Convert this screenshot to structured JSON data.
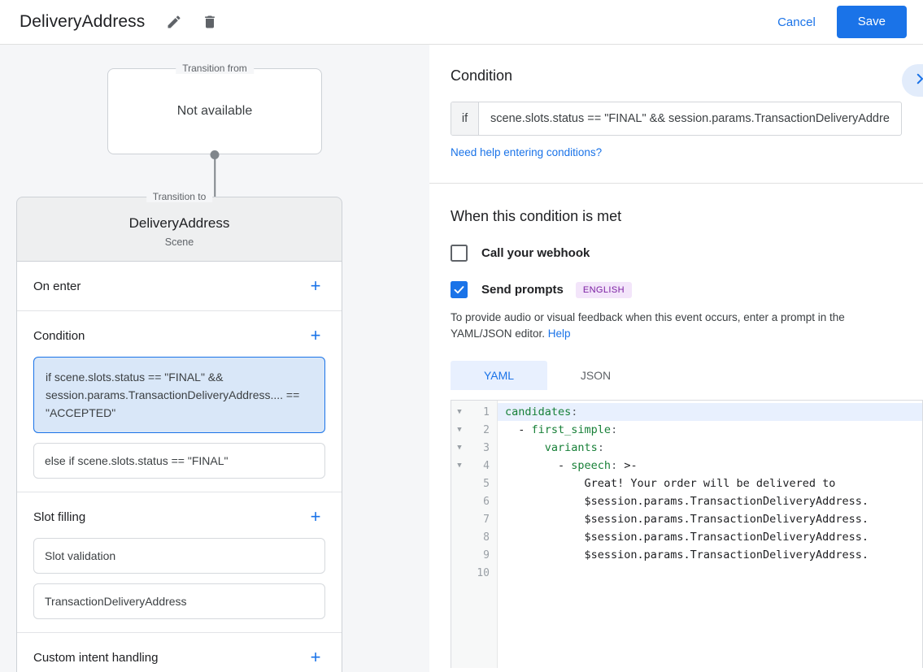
{
  "topbar": {
    "title": "DeliveryAddress",
    "edit_icon": "pencil-icon",
    "delete_icon": "trash-icon",
    "cancel_label": "Cancel",
    "save_label": "Save",
    "accent_color": "#1a73e8"
  },
  "left": {
    "transition_from": {
      "legend": "Transition from",
      "value": "Not available"
    },
    "transition_to": {
      "legend": "Transition to",
      "name": "DeliveryAddress",
      "type": "Scene"
    },
    "sections": [
      {
        "title": "On enter",
        "add_label": "+",
        "items": []
      },
      {
        "title": "Condition",
        "add_label": "+",
        "items": [
          {
            "text": "if scene.slots.status == \"FINAL\" && session.params.TransactionDeliveryAddress.... == \"ACCEPTED\"",
            "selected": true
          },
          {
            "text": "else if scene.slots.status == \"FINAL\"",
            "selected": false
          }
        ]
      },
      {
        "title": "Slot filling",
        "add_label": "+",
        "items": [
          {
            "text": "Slot validation",
            "selected": false
          },
          {
            "text": "TransactionDeliveryAddress",
            "selected": false
          }
        ]
      },
      {
        "title": "Custom intent handling",
        "add_label": "+",
        "items": []
      }
    ]
  },
  "right": {
    "condition": {
      "heading": "Condition",
      "collapse_icon": "chevron-right-icon",
      "if_label": "if",
      "if_value": "scene.slots.status == \"FINAL\" && session.params.TransactionDeliveryAddres",
      "help_link": "Need help entering conditions?"
    },
    "when_met": {
      "heading": "When this condition is met",
      "webhook": {
        "label": "Call your webhook",
        "checked": false
      },
      "prompts": {
        "label": "Send prompts",
        "checked": true,
        "badge": "ENGLISH",
        "badge_color": "#7b1fa2"
      },
      "helper_text": "To provide audio or visual feedback when this event occurs, enter a prompt in the YAML/JSON editor. ",
      "helper_link": "Help"
    },
    "editor": {
      "tabs": [
        {
          "label": "YAML",
          "active": true
        },
        {
          "label": "JSON",
          "active": false
        }
      ],
      "lines": [
        {
          "no": "1",
          "fold": true,
          "highlight": true,
          "text": "candidates:"
        },
        {
          "no": "2",
          "fold": true,
          "highlight": false,
          "text": "  - first_simple:"
        },
        {
          "no": "3",
          "fold": true,
          "highlight": false,
          "text": "      variants:"
        },
        {
          "no": "4",
          "fold": true,
          "highlight": false,
          "text": "        - speech: >-"
        },
        {
          "no": "5",
          "fold": false,
          "highlight": false,
          "text": "            Great! Your order will be delivered to"
        },
        {
          "no": "6",
          "fold": false,
          "highlight": false,
          "text": "            $session.params.TransactionDeliveryAddress."
        },
        {
          "no": "7",
          "fold": false,
          "highlight": false,
          "text": "            $session.params.TransactionDeliveryAddress."
        },
        {
          "no": "8",
          "fold": false,
          "highlight": false,
          "text": "            $session.params.TransactionDeliveryAddress."
        },
        {
          "no": "9",
          "fold": false,
          "highlight": false,
          "text": "            $session.params.TransactionDeliveryAddress."
        },
        {
          "no": "10",
          "fold": false,
          "highlight": false,
          "text": ""
        }
      ]
    }
  }
}
